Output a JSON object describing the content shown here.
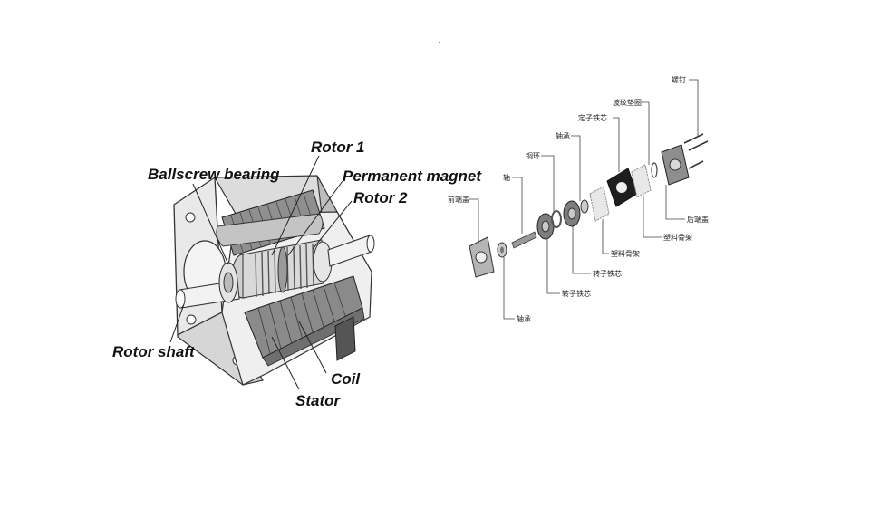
{
  "left_diagram": {
    "labels": {
      "rotor1": "Rotor 1",
      "ballscrew": "Ballscrew bearing",
      "magnet": "Permanent magnet",
      "rotor2": "Rotor 2",
      "shaft": "Rotor shaft",
      "coil": "Coil",
      "stator": "Stator"
    }
  },
  "right_diagram": {
    "labels": {
      "screw": "螺钉",
      "wave_washer": "波纹垫圈",
      "stator_core": "定子铁芯",
      "bearing_top": "轴承",
      "copper_ring": "铜环",
      "shaft": "轴",
      "front_cover": "前端盖",
      "rear_cover": "后端盖",
      "plastic_frame_r": "塑料骨架",
      "plastic_frame_l": "塑料骨架",
      "rotor_core_a": "转子铁芯",
      "rotor_core_b": "转子铁芯",
      "bearing_bottom": "轴承"
    }
  }
}
